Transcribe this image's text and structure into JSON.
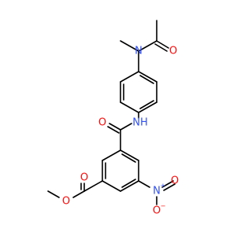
{
  "colors": {
    "carbon_bond": "#000000",
    "oxygen": "#ff0d0d",
    "nitrogen": "#3050f8",
    "background": "#ffffff"
  },
  "atoms": {
    "n_amide_top": "N",
    "o_acetyl": "O",
    "nh_amide": "NH",
    "o_amide": "O",
    "n_nitro": "N",
    "n_nitro_charge": "+",
    "o_nitro_right": "O",
    "o_nitro_down": "O",
    "o_nitro_down_charge": "−",
    "o_ester_carbonyl": "O",
    "o_ester_ether": "O"
  }
}
